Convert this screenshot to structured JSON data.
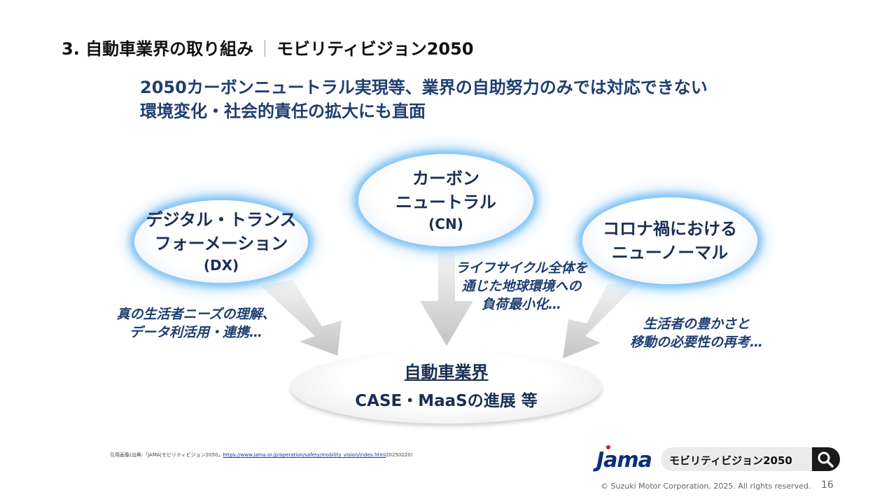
{
  "slide": {
    "title_left": "3. 自動車業界の取り組み",
    "title_right": "モビリティビジョン2050",
    "headline_line1": "2050カーボンニュートラル実現等、業界の自助努力のみでは対応できない",
    "headline_line2": "環境変化・社会的責任の拡大にも直面"
  },
  "bubbles": {
    "dx": {
      "line1": "デジタル・トランス",
      "line2": "フォーメーション",
      "abbr": "(DX)"
    },
    "cn": {
      "line1": "カーボン",
      "line2": "ニュートラル",
      "abbr": "(CN)"
    },
    "covid": {
      "line1": "コロナ禍における",
      "line2": "ニューノーマル"
    }
  },
  "notes": {
    "left_line1": "真の生活者ニーズの理解、",
    "left_line2": "データ利活用・連携…",
    "center_line1": "ライフサイクル全体を",
    "center_line2": "通じた地球環境への",
    "center_line3": "負荷最小化…",
    "right_line1": "生活者の豊かさと",
    "right_line2": "移動の必要性の再考…"
  },
  "base": {
    "line1": "自動車業界",
    "line2": "CASE・MaaSの進展 等"
  },
  "source": {
    "prefix": "引用画像(出典:「JAMA|モビリティビジョン2050」",
    "url": "https://www.jama.or.jp/operation/safety/mobility_vision/index.html",
    "suffix": "20250220)"
  },
  "logo_text": "Jama",
  "search": {
    "query": "モビリティビジョン2050",
    "icon": "search-icon"
  },
  "footer": {
    "copyright": "© Suzuki Motor Corporation, 2025. All rights reserved.",
    "page": "16"
  }
}
